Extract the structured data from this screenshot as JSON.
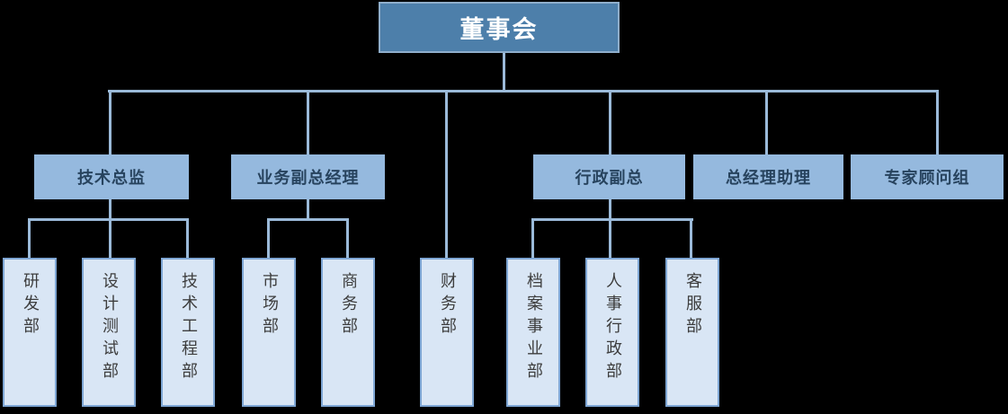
{
  "colors": {
    "background": "#000000",
    "root_fill": "#4D7FAA",
    "root_border": "#8FAECB",
    "root_text": "#FFFFFF",
    "level2_fill": "#95B9DE",
    "level2_text": "#27435E",
    "level3_fill": "#D9E6F5",
    "level3_border": "#7EA6D4",
    "level3_text": "#3D3D3D",
    "connector": "#9BBAD9"
  },
  "org_chart": {
    "title_node": {
      "label": "董事会"
    },
    "level2": [
      {
        "label": "技术总监",
        "parent": "董事会"
      },
      {
        "label": "业务副总经理",
        "parent": "董事会"
      },
      {
        "label": "行政副总",
        "parent": "董事会"
      },
      {
        "label": "总经理助理",
        "parent": "董事会"
      },
      {
        "label": "专家顾问组",
        "parent": "董事会"
      }
    ],
    "level3": [
      {
        "label": "研发部",
        "parent": "技术总监"
      },
      {
        "label": "设计测试部",
        "parent": "技术总监"
      },
      {
        "label": "技术工程部",
        "parent": "技术总监"
      },
      {
        "label": "市场部",
        "parent": "业务副总经理"
      },
      {
        "label": "商务部",
        "parent": "业务副总经理"
      },
      {
        "label": "财务部",
        "parent": "董事会"
      },
      {
        "label": "档案事业部",
        "parent": "行政副总"
      },
      {
        "label": "人事行政部",
        "parent": "行政副总"
      },
      {
        "label": "客服部",
        "parent": "行政副总"
      }
    ]
  }
}
